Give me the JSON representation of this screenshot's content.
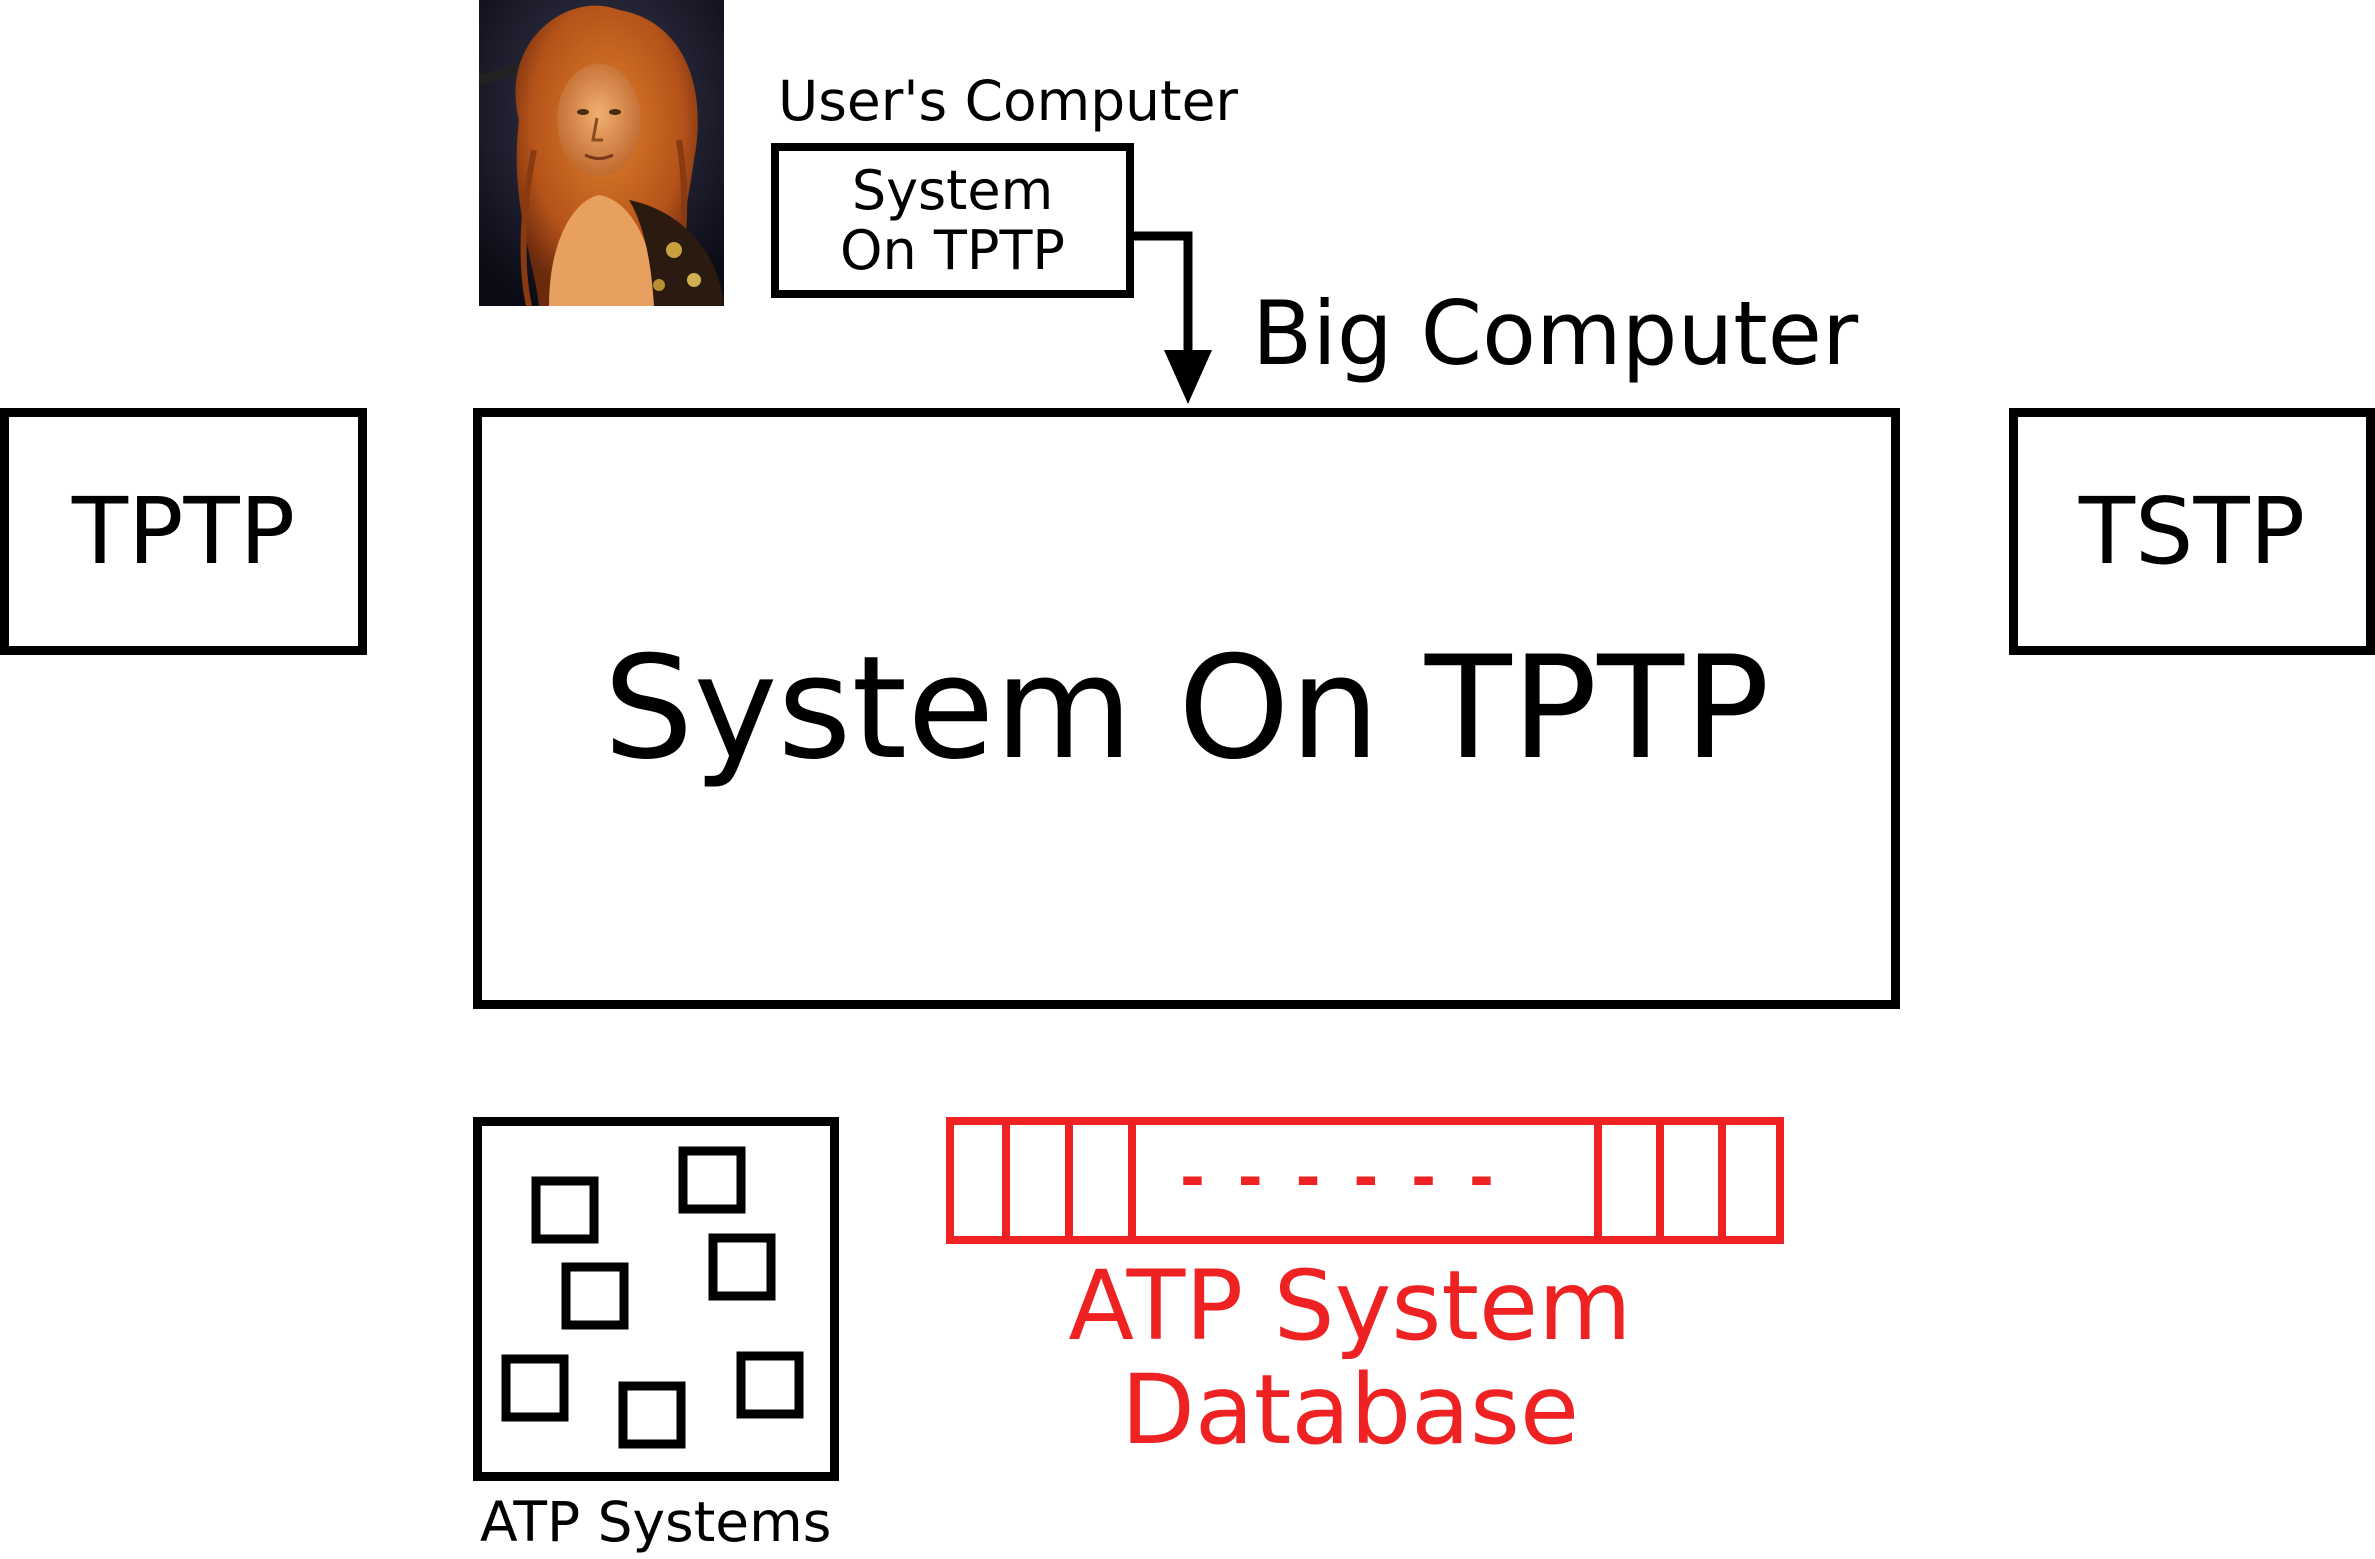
{
  "labels": {
    "users_computer": "User's Computer",
    "small_sot": "System On TPTP",
    "big_computer": "Big Computer",
    "main_sot": "System On TPTP",
    "tptp": "TPTP",
    "tstp": "TSTP",
    "atp_systems": "ATP Systems",
    "atp_db_line1": "ATP System",
    "atp_db_line2": "Database",
    "db_dashes": "- - - - - -"
  },
  "colors": {
    "ink": "#000000",
    "accent": "#ee2222"
  },
  "icons": {
    "user_photo": "user-photo-portrait"
  }
}
